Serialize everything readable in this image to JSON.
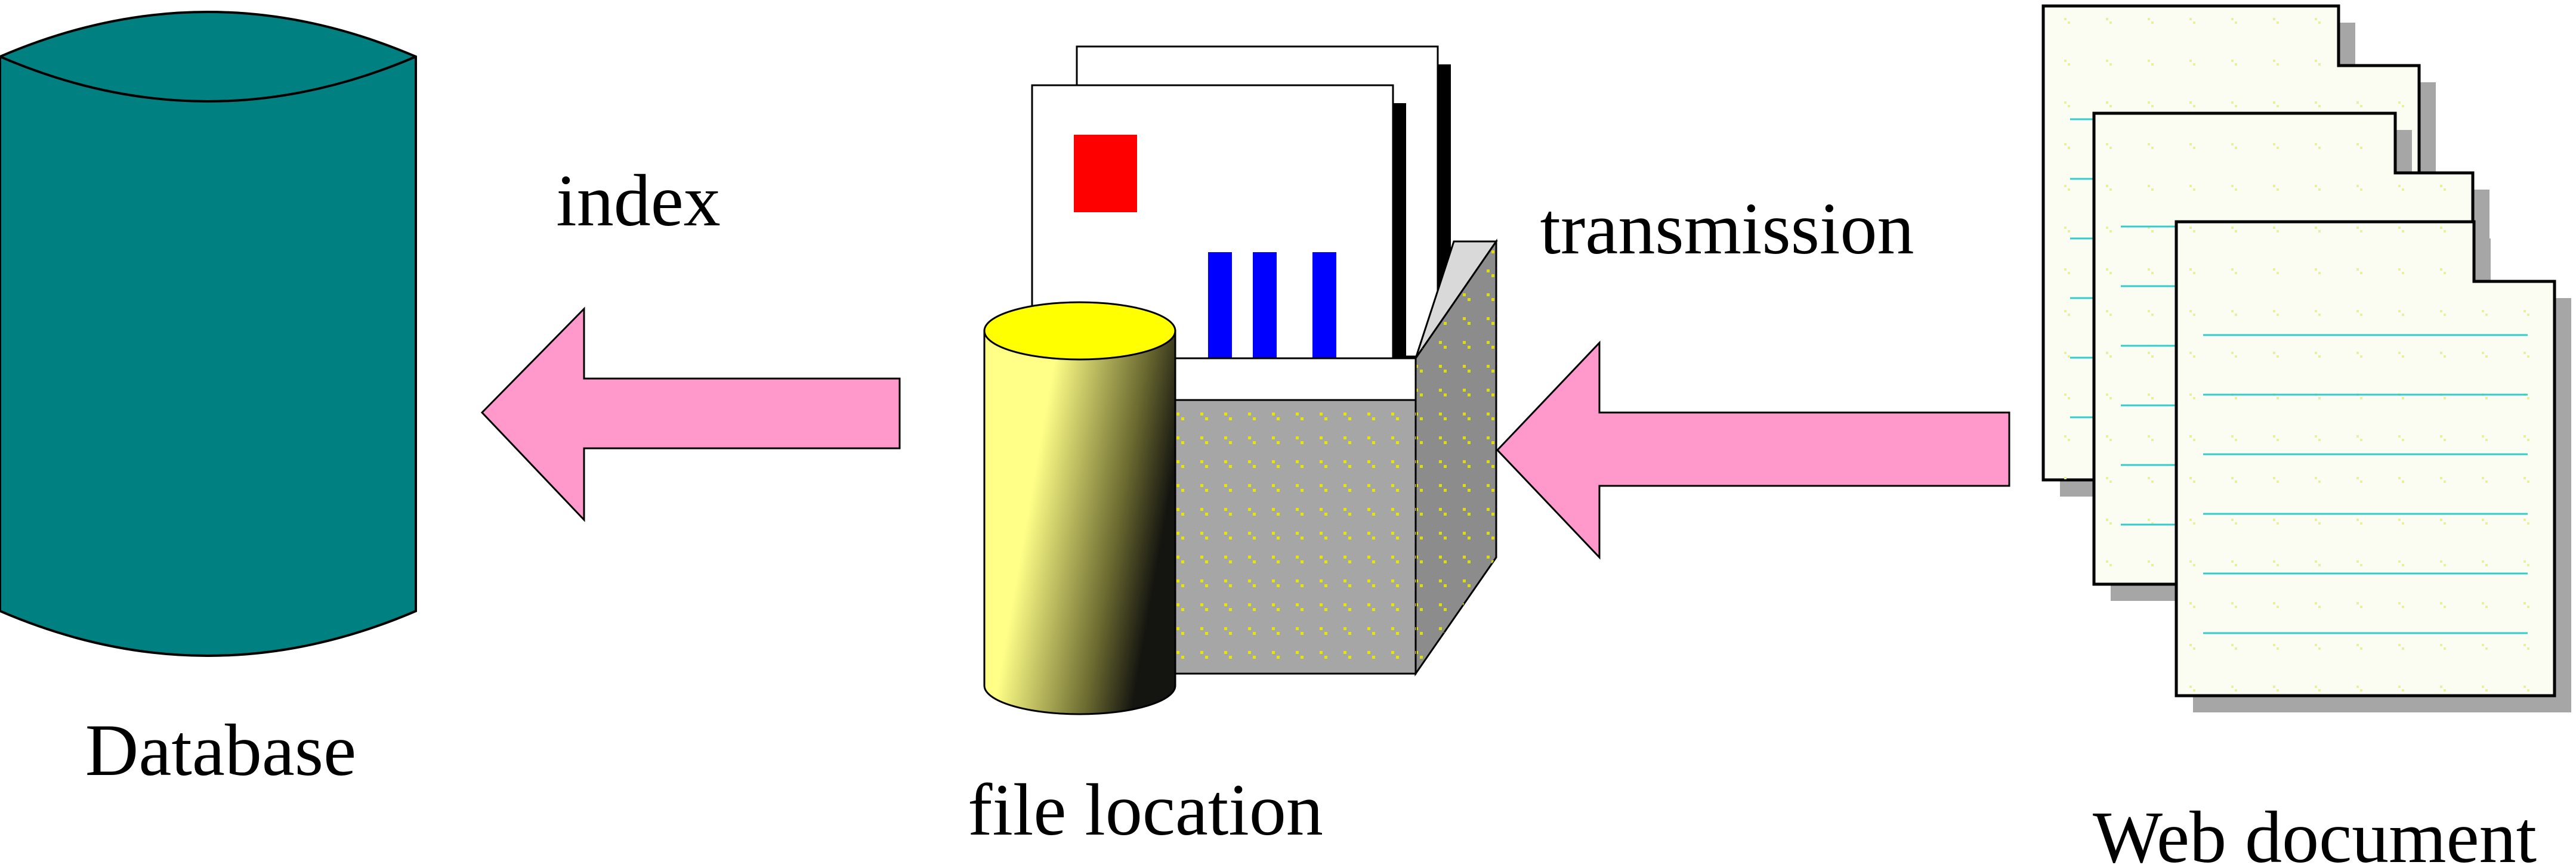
{
  "labels": {
    "database": "Database",
    "file_location": "file location",
    "web_document": "Web document",
    "index": "index",
    "transmission": "transmission"
  },
  "colors": {
    "database_fill": "#008080",
    "arrow_fill": "#ff99cc",
    "cylinder_light": "#ffff88",
    "cylinder_top": "#ffff00",
    "box_fill": "#a6a6a6",
    "box_side": "#8c8c8c",
    "box_top": "#d9d9d9",
    "dot_color": "#e6e600",
    "red_square": "#ff0000",
    "blue_bars": "#0000ff",
    "page_shadow": "#a6a6a6",
    "page_line": "#33cccc"
  },
  "icons": {
    "database": "database-cylinder-icon",
    "file_location": "file-box-icon",
    "web_document": "document-stack-icon"
  }
}
